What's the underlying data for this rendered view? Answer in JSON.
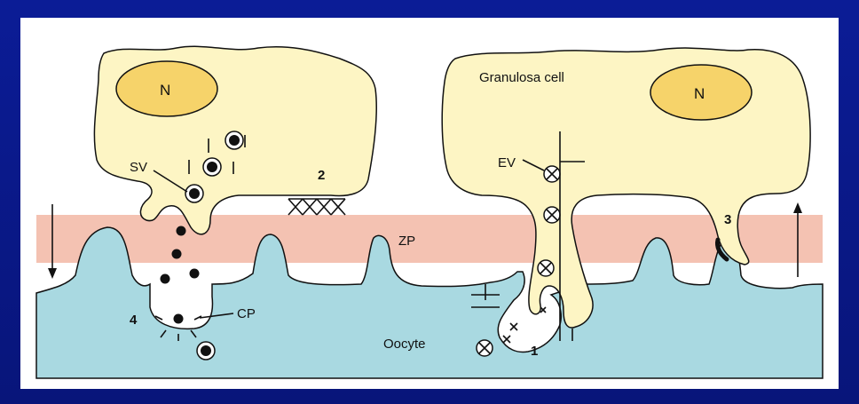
{
  "labels": {
    "nucleus_left": "N",
    "nucleus_right": "N",
    "granulosa_cell": "Granulosa cell",
    "sv": "SV",
    "ev": "EV",
    "zp": "ZP",
    "cp": "CP",
    "oocyte": "Oocyte",
    "num1": "1",
    "num2": "2",
    "num3": "3",
    "num4": "4"
  },
  "colors": {
    "slide_background": "#0a1a8c",
    "cell_fill": "#fdf5c4",
    "zona_pellucida": "#f4c2b2",
    "oocyte_fill": "#a9d9e1",
    "outline": "#111111"
  }
}
